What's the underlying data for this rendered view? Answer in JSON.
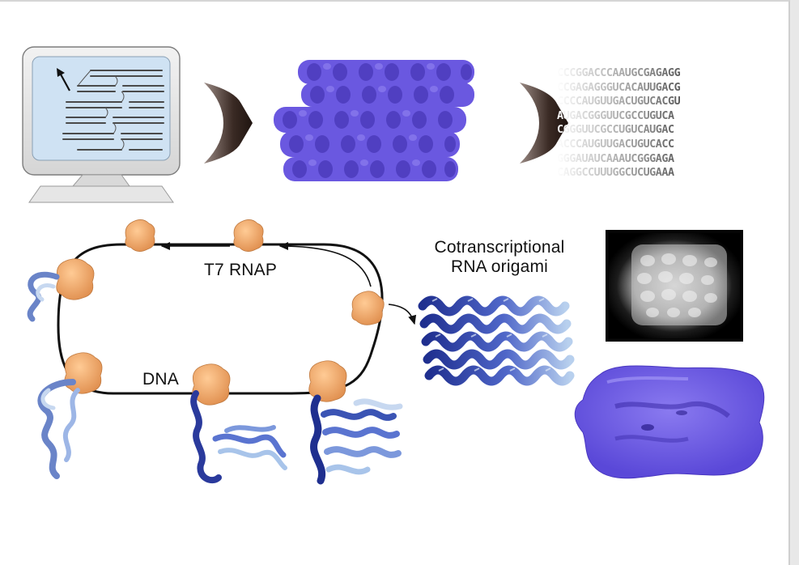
{
  "labels": {
    "polymerase": "T7 RNAP",
    "cotranscriptional_line1": "Cotranscriptional",
    "cotranscriptional_line2": "RNA origami",
    "template": "DNA"
  },
  "sequence_lines": [
    "CCCGGACCCAAUGCGAGAGG",
    "CCGAGAGGGUCACAUUGACG",
    "CCCCAUGUUGACUGUCACGU",
    "AUGACGGGUUCGCCUGUCA",
    "CGGGUUCGCCUGUCAUGAC",
    "ACCCAUGUUGACUGUCACC",
    "GGGAUAUCAAAUCGGGAGA",
    "CAGGCCUUUGGCUCUGAAA"
  ],
  "colors": {
    "rnap": "#f0a76a",
    "origami_blue": "#6a58e0",
    "helix_dark": "#1f2f8f",
    "helix_light": "#a8c4e8",
    "arrow_dark": "#2a1f1a"
  },
  "icons": {
    "computer": "monitor-icon",
    "cursor": "arrow-cursor-icon",
    "flow_arrow": "chevron-arrow-icon",
    "microscopy": "em-micrograph"
  }
}
